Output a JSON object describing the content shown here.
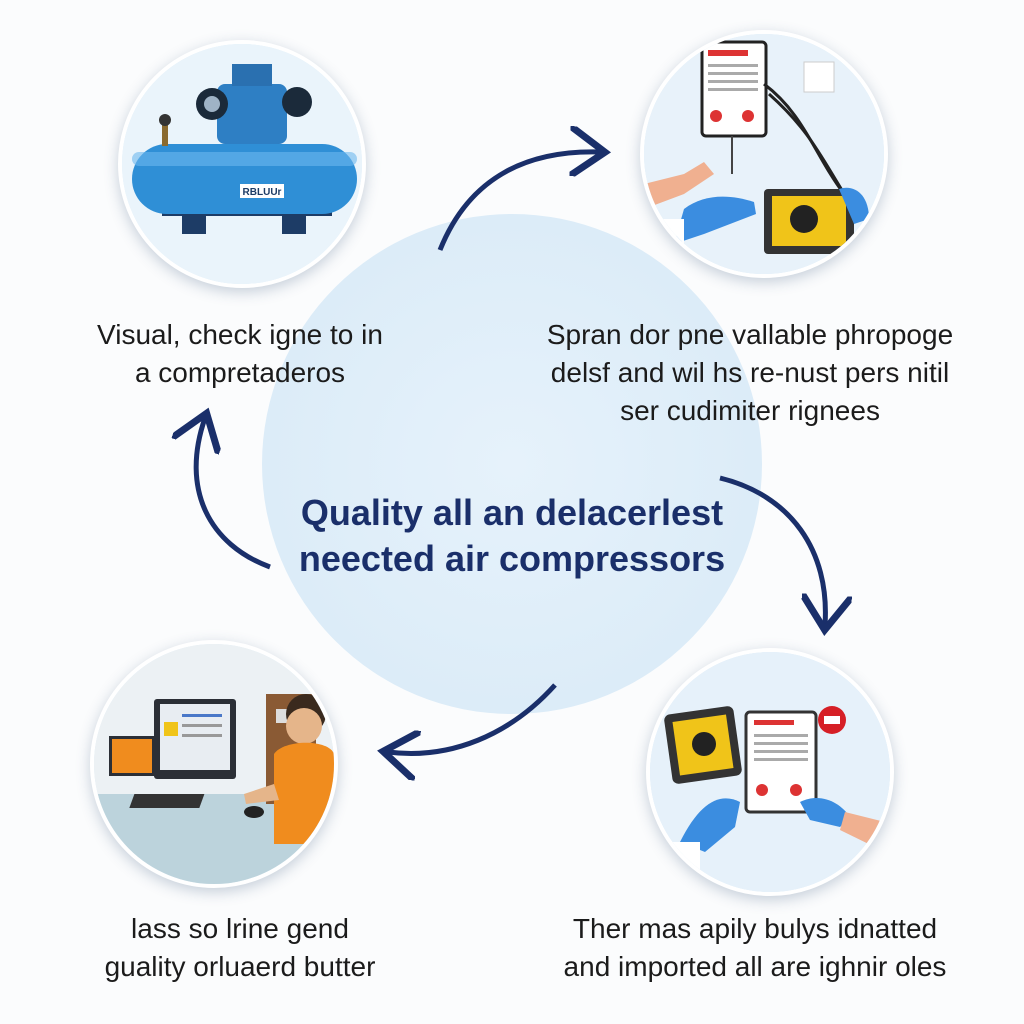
{
  "center": {
    "title_line1": "Quality all an delacerlest",
    "title_line2": "neected air compressors"
  },
  "steps": [
    {
      "id": "top-left",
      "line1": "Visual, check igne to in",
      "line2": "a compretaderos",
      "icon": "air-compressor-image",
      "nameplate": "RBLUUr"
    },
    {
      "id": "top-right",
      "line1": "Spran dor pne vallable phropoge",
      "line2": "delsf and wil hs re-nust pers nitil",
      "line3": "ser cudimiter rignees",
      "icon": "diagnostic-inspection-image"
    },
    {
      "id": "bottom-right",
      "line1": "Ther mas apily bulys idnatted",
      "line2": "and imported all are ighnir oles",
      "icon": "tablet-report-image"
    },
    {
      "id": "bottom-left",
      "line1": "lass so lrine gend",
      "line2": "guality orluaerd butter",
      "icon": "computer-workstation-image"
    }
  ],
  "colors": {
    "arrow": "#1a2f6a",
    "title": "#1a2f6a",
    "disc": "#dcecf8",
    "compressor": "#2f8fd6"
  }
}
